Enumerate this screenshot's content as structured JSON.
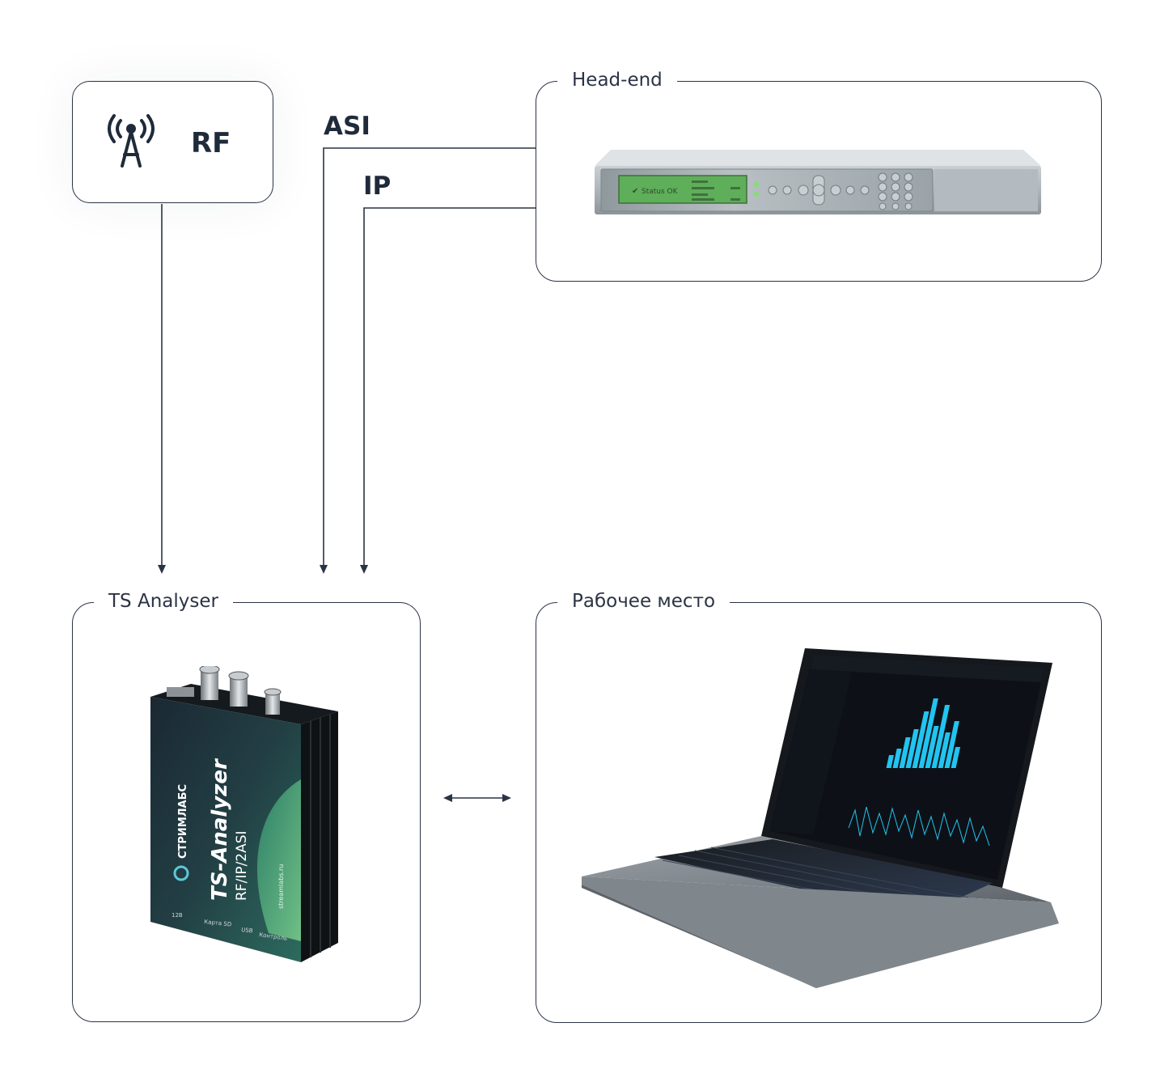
{
  "rf_box": {
    "label": "RF",
    "icon": "antenna-icon"
  },
  "connections": {
    "asi": "ASI",
    "ip": "IP"
  },
  "headend": {
    "title": "Head-end",
    "device_icon": "rack-encoder-icon",
    "lcd_status": "Status OK"
  },
  "analyser": {
    "title": "TS Analyser",
    "device_icon": "ts-analyzer-device-icon",
    "brand": "СТРИМЛАБС",
    "product": "TS-Analyzer",
    "model": "RF/IP/2ASI",
    "website": "streamlabs.ru",
    "port_labels": [
      "12В",
      "Карта SD",
      "USB",
      "Контроль"
    ]
  },
  "workplace": {
    "title": "Рабочее место",
    "device_icon": "laptop-icon"
  },
  "colors": {
    "line": "#2b3445",
    "accent": "#22c4f0"
  }
}
